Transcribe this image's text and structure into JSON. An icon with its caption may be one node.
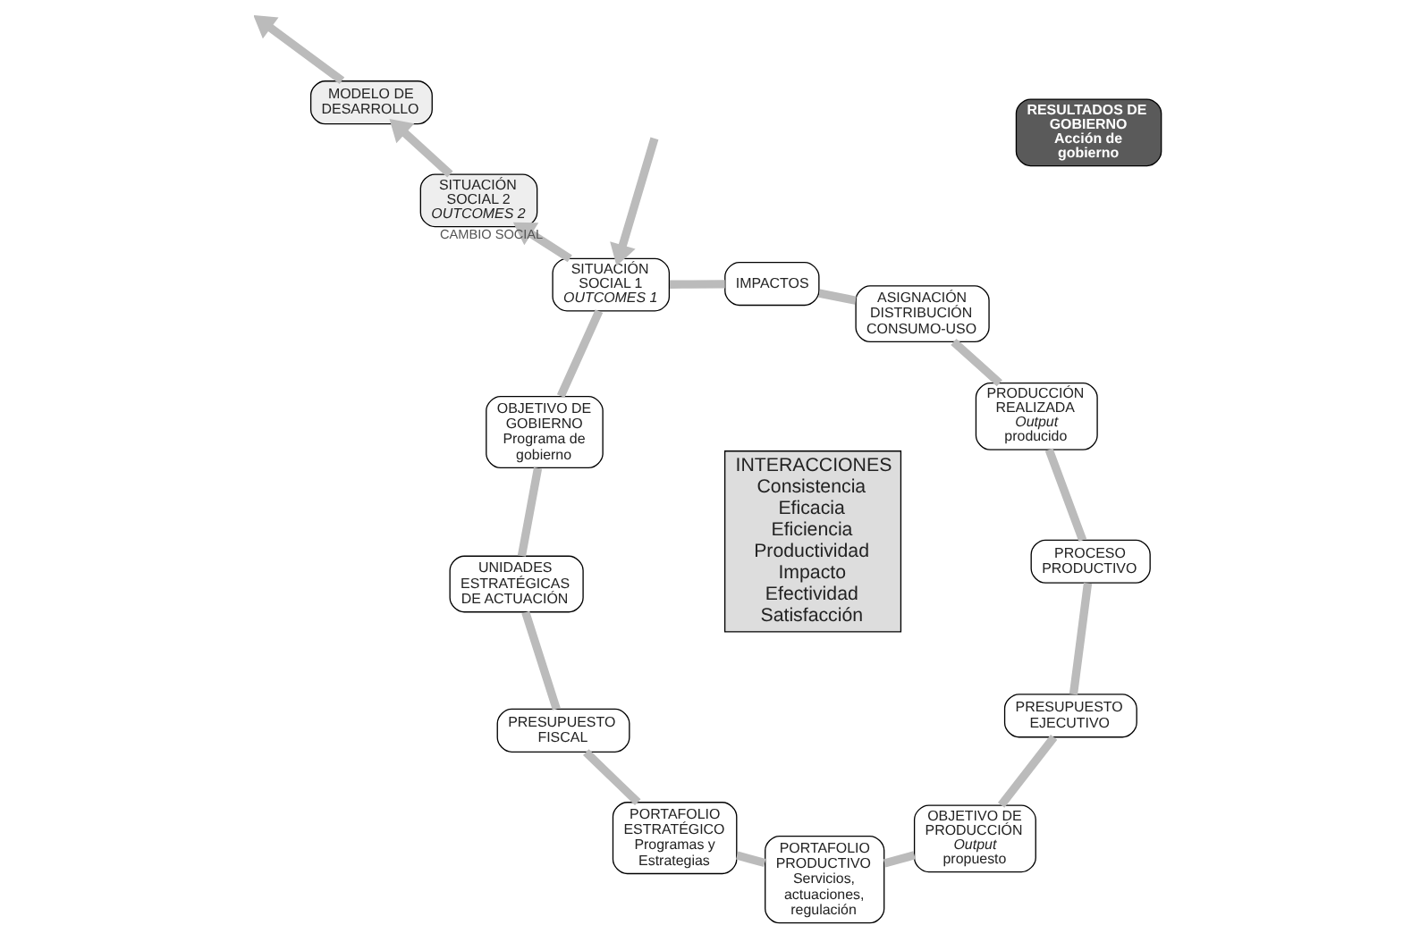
{
  "diagram": {
    "nodes": [
      {
        "text": [
          "RESULTADOS DE GOBIERNO",
          "Acción de gobierno"
        ]
      },
      {
        "text": [
          "SITUACIÓN SOCIAL 2",
          "OUTCOMES 2"
        ]
      },
      {
        "text": [
          "MODELO DE DESARROLLO"
        ]
      },
      {
        "text": [
          "OBJETIVO DE GOBIERNO",
          "Programa de gobierno"
        ]
      },
      {
        "text": [
          "UNIDADES ESTRATÉGICAS DE ACTUACIÓN"
        ]
      },
      {
        "text": [
          "PRESUPUESTO FISCAL"
        ]
      },
      {
        "text": [
          "SITUACIÓN SOCIAL 1",
          "OUTCOMES 1"
        ]
      },
      {
        "text": [
          "PORTAFOLIO ESTRATÉGICO",
          "Programas y Estrategias"
        ]
      },
      {
        "text": [
          "INTERACCIONES",
          "Consistencia",
          "Eficacia",
          "Eficiencia",
          "Productividad",
          "Impacto",
          "Efectividad",
          "Satisfacción"
        ]
      },
      {
        "text": [
          "IMPACTOS"
        ]
      },
      {
        "text": [
          "PORTAFOLIO PRODUCTIVO",
          "Servicios, actuaciones, regulación"
        ]
      },
      {
        "text": [
          "ASIGNACIÓN DISTRIBUCIÓN CONSUMO-USO"
        ]
      },
      {
        "text": [
          "OBJETIVO DE PRODUCCIÓN",
          "*Output* propuesto"
        ]
      },
      {
        "text": [
          "PRODUCCIÓN REALIZADA",
          "*Output* producido"
        ]
      },
      {
        "text": [
          "PROCESO PRODUCTIVO"
        ]
      },
      {
        "text": [
          "PRESUPUESTO EJECUTIVO"
        ]
      }
    ],
    "edges": [
      {
        "from": null,
        "to": 6,
        "arrow": "to"
      },
      {
        "from": 6,
        "to": 1,
        "arrow": "to",
        "label": "CAMBIO SOCIAL"
      },
      {
        "from": 1,
        "to": 2,
        "arrow": "to"
      },
      {
        "from": 2,
        "to": null,
        "arrow": "to"
      },
      {
        "from": 6,
        "to": 3,
        "arrow": "none"
      },
      {
        "from": 3,
        "to": 4,
        "arrow": "none"
      },
      {
        "from": 4,
        "to": 5,
        "arrow": "none"
      },
      {
        "from": 5,
        "to": 7,
        "arrow": "none"
      },
      {
        "from": 7,
        "to": 10,
        "arrow": "none"
      },
      {
        "from": 10,
        "to": 12,
        "arrow": "none"
      },
      {
        "from": 12,
        "to": 15,
        "arrow": "none"
      },
      {
        "from": 15,
        "to": 14,
        "arrow": "none"
      },
      {
        "from": 14,
        "to": 13,
        "arrow": "none"
      },
      {
        "from": 13,
        "to": 11,
        "arrow": "none"
      },
      {
        "from": 11,
        "to": 9,
        "arrow": "none"
      },
      {
        "from": 9,
        "to": 6,
        "arrow": "none"
      }
    ]
  }
}
